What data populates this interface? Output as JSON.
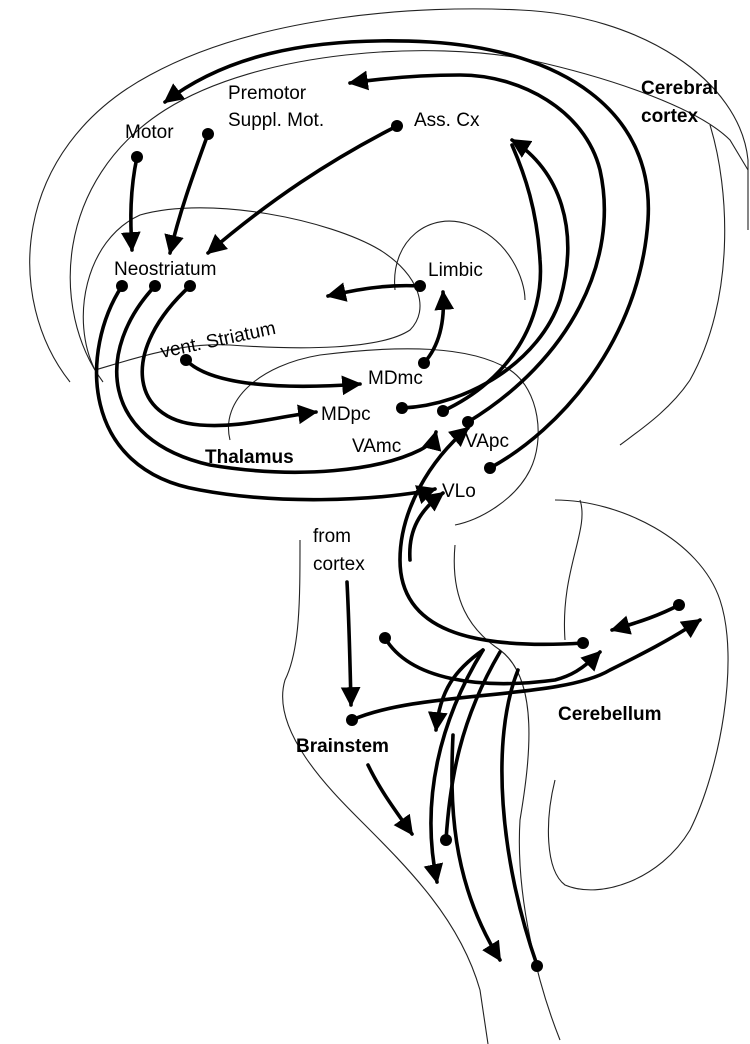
{
  "labels": {
    "cerebral_cortex_1": "Cerebral",
    "cerebral_cortex_2": "cortex",
    "premotor": "Premotor",
    "suppl_mot": "Suppl. Mot.",
    "motor": "Motor",
    "ass_cx": "Ass. Cx",
    "neostriatum": "Neostriatum",
    "limbic": "Limbic",
    "vent_striatum": "vent. Striatum",
    "mdmc": "MDmc",
    "mdpc": "MDpc",
    "vapc": "VApc",
    "vamc": "VAmc",
    "thalamus": "Thalamus",
    "vlo": "VLo",
    "from_cortex_1": "from",
    "from_cortex_2": "cortex",
    "cerebellum": "Cerebellum",
    "brainstem": "Brainstem"
  },
  "colors": {
    "line": "#000000",
    "background": "#ffffff"
  }
}
